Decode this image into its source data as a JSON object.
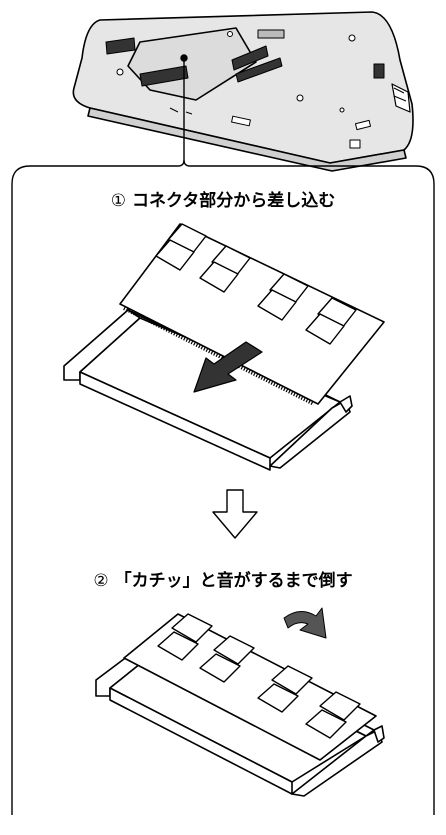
{
  "steps": [
    {
      "number": "①",
      "text": "コネクタ部分から差し込む"
    },
    {
      "number": "②",
      "text": "「カチッ」と音がするまで倒す"
    }
  ],
  "colors": {
    "line": "#000000",
    "laptop_fill": "#e6e6e6",
    "module_fill": "#ffffff",
    "arrow_fill": "#333333"
  },
  "icons": {
    "insert_arrow": "arrow-insert-icon",
    "press_arrow": "arrow-curved-icon",
    "next_step": "arrow-down-outline-icon"
  }
}
